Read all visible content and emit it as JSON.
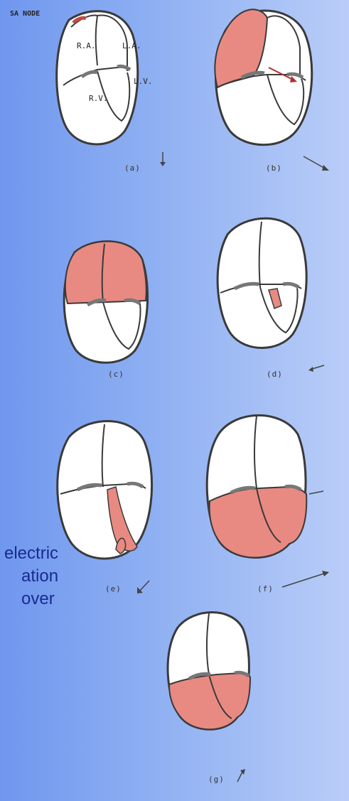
{
  "labels": {
    "sa_node": "SA NODE",
    "ra": "R.A.",
    "la": "L.A.",
    "rv": "R.V.",
    "lv": "L.V."
  },
  "panels": [
    {
      "caption": "(a)"
    },
    {
      "caption": "(b)"
    },
    {
      "caption": "(c)"
    },
    {
      "caption": "(d)"
    },
    {
      "caption": "(e)"
    },
    {
      "caption": "(f)"
    },
    {
      "caption": "(g)"
    }
  ],
  "body_text": [
    "electric",
    "ation",
    "over"
  ],
  "colors": {
    "depolarized": "#e88a82",
    "outline": "#3a3a3a",
    "heart_fill": "#ffffff"
  }
}
